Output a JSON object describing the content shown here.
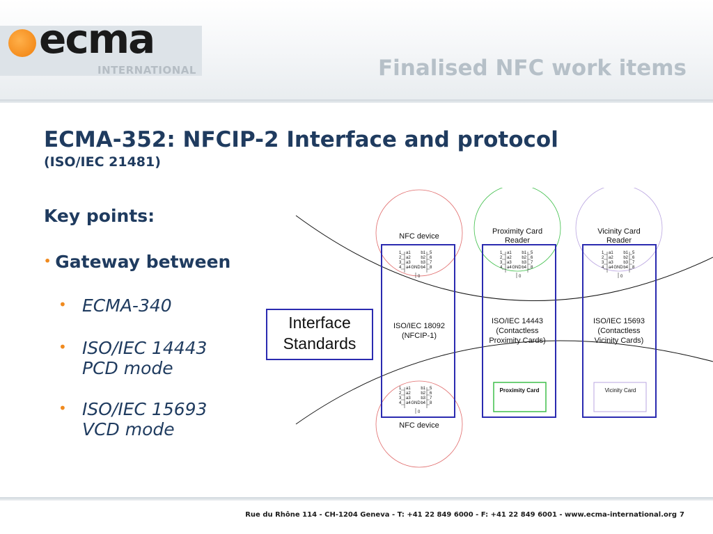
{
  "header": {
    "logo_text": "ecma",
    "logo_subtext": "INTERNATIONAL",
    "slide_title": "Finalised NFC work items"
  },
  "title": {
    "main": "ECMA-352: NFCIP-2 Interface and protocol",
    "sub": "(ISO/IEC 21481)"
  },
  "content": {
    "key_points_label": "Key points:",
    "bullet": "Gateway between",
    "items": [
      "ECMA-340",
      "ISO/IEC 14443\nPCD mode",
      "ISO/IEC 15693\nVCD mode"
    ]
  },
  "diagram": {
    "interface_label": "Interface\nStandards",
    "columns": [
      {
        "top_label": "NFC device",
        "standard": "ISO/IEC 18092\n(NFCIP-1)",
        "bottom_label": "NFC device",
        "circle_color": "#e06a6a"
      },
      {
        "top_label": "Proximity Card\nReader",
        "standard": "ISO/IEC 14443\n(Contactless\nProximity Cards)",
        "bottom_label": "Proximity Card",
        "circle_color": "#3fbf4a"
      },
      {
        "top_label": "Vicinity Card\nReader",
        "standard": "ISO/IEC 15693\n(Contactless\nVicinity Cards)",
        "bottom_label": "Vicinity Card",
        "circle_color": "#b9a4e0"
      }
    ],
    "chip": {
      "left_pins": [
        "1",
        "2",
        "3",
        "4"
      ],
      "right_pins": [
        "5",
        "6",
        "7",
        "8"
      ],
      "left_labels": [
        "a1",
        "a2",
        "a3",
        "a4"
      ],
      "right_labels": [
        "b1",
        "b2",
        "b3",
        "b4"
      ],
      "gnd": "GND",
      "bottom_pin": "0"
    },
    "box_color": "#2a2ab0"
  },
  "footer": {
    "text": "Rue du Rhône 114 - CH-1204 Geneva - T: +41 22 849 6000 - F: +41 22 849 6001 - www.ecma-international.org",
    "page": "7"
  }
}
